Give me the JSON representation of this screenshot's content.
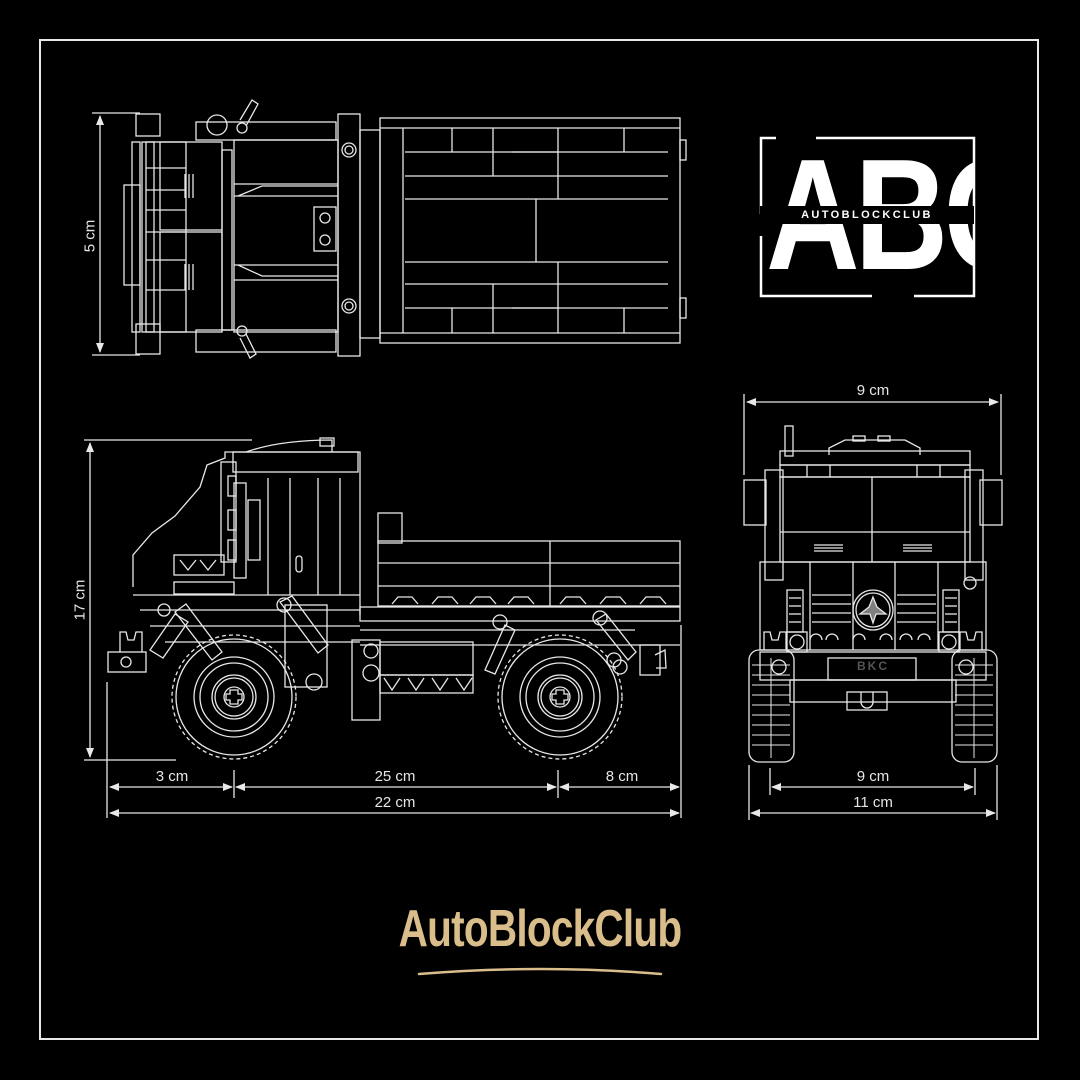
{
  "colors": {
    "background": "#000000",
    "line": "#e8e8e8",
    "brand_gold": "#d9bd8a",
    "logo_white": "#ffffff"
  },
  "logo": {
    "letters": "ABC",
    "subtitle": "AUTOBLOCKCLUB"
  },
  "brand": {
    "name": "AutoBlockClub"
  },
  "views": {
    "top": {
      "title": "top-view",
      "width_label": "5 cm"
    },
    "side": {
      "title": "side-view",
      "height_label": "17 cm",
      "front_overhang_label": "3 cm",
      "wheelbase_label": "25 cm",
      "rear_overhang_label": "8 cm",
      "total_length_label": "22 cm"
    },
    "front": {
      "title": "front-view",
      "top_width_label": "9 cm",
      "track_label": "9 cm",
      "total_width_label": "11 cm",
      "plate_text": "BKC"
    }
  }
}
